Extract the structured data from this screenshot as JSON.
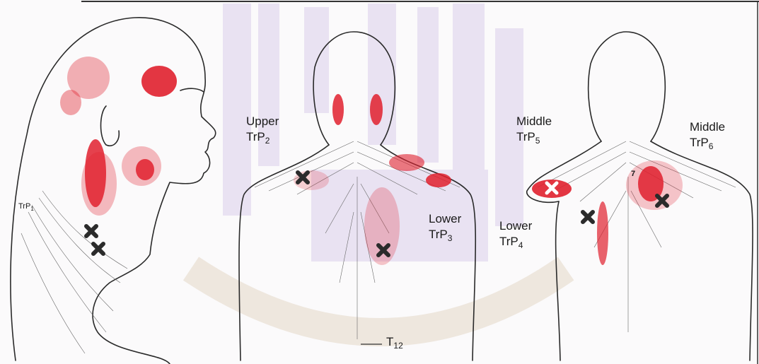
{
  "figure": {
    "panels": [
      {
        "id": "lateral-head",
        "labels": [
          {
            "key": "trp1",
            "text": "TrP",
            "sub": "1"
          }
        ]
      },
      {
        "id": "back-left",
        "labels": [
          {
            "key": "upper",
            "text": "Upper"
          },
          {
            "key": "trp2",
            "text": "TrP",
            "sub": "2"
          },
          {
            "key": "lower",
            "text": "Lower"
          },
          {
            "key": "trp3",
            "text": "TrP",
            "sub": "3"
          },
          {
            "key": "t12",
            "text": "T",
            "sub": "12"
          }
        ]
      },
      {
        "id": "back-right",
        "labels": [
          {
            "key": "middle5",
            "text": "Middle"
          },
          {
            "key": "trp5",
            "text": "TrP",
            "sub": "5"
          },
          {
            "key": "middle6",
            "text": "Middle"
          },
          {
            "key": "trp6",
            "text": "TrP",
            "sub": "6"
          },
          {
            "key": "lower4",
            "text": "Lower"
          },
          {
            "key": "trp4",
            "text": "TrP",
            "sub": "4"
          },
          {
            "key": "vert7",
            "text": "7"
          }
        ]
      }
    ],
    "colors": {
      "referral": "#e0202e",
      "trigger_mark": "#2b2b2b",
      "watermark": "#c9b6e3"
    }
  }
}
